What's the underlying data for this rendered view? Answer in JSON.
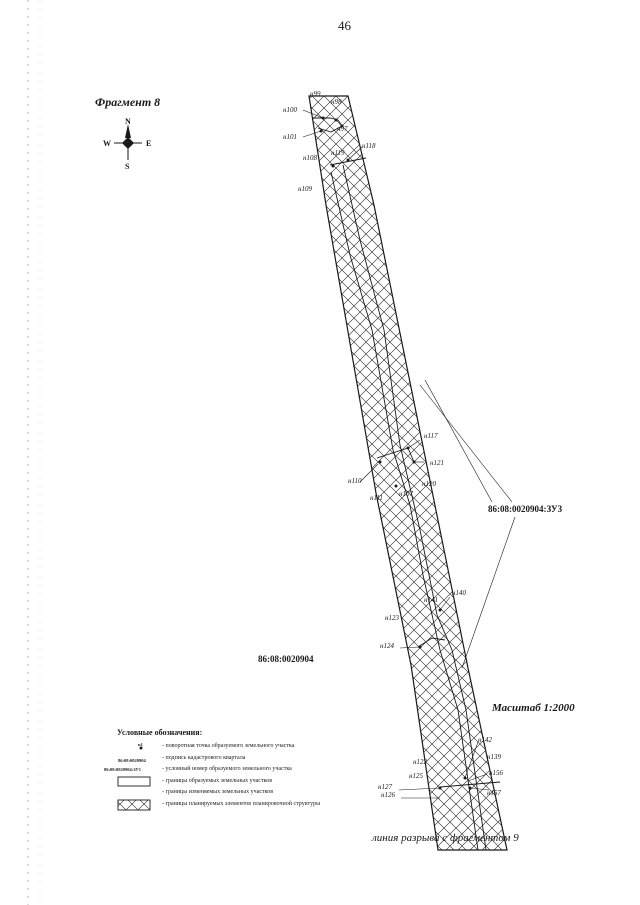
{
  "page_number": "46",
  "fragment_title": "Фрагмент 8",
  "compass": {
    "north": "N",
    "south": "S",
    "east": "E",
    "west": "W"
  },
  "scale": "Масштаб 1:2000",
  "break_line_label": "линия разрыва с фрагментом 9",
  "cadastral_quarter_label": "86:08:0020904",
  "plot_label": "86:08:0020904:ЗУ3",
  "points": [
    "н99",
    "н98",
    "н100",
    "н97",
    "н101",
    "н118",
    "н108",
    "н119",
    "н109",
    "н117",
    "н121",
    "н110",
    "н120",
    "н111",
    "н107",
    "н140",
    "н141",
    "н123",
    "н124",
    "н142",
    "н122",
    "н139",
    "н125",
    "н156",
    "н127",
    "н126",
    "н157"
  ],
  "legend": {
    "title": "Условные обозначения:",
    "samples": {
      "point": "н1",
      "quarter": "86:08:0020904",
      "plot": "86:08:0020904:ЗУ1"
    },
    "items": [
      "- поворотная точка образуемого земельного участка",
      "- подпись кадастрового квартала",
      "- условный номер образуемого земельного участка",
      "- границы образуемых земельных участков",
      "- границы изменяемых земельных участков",
      "- границы планируемых элементов планировочной структуры"
    ]
  },
  "colors": {
    "ink": "#1a1a1a",
    "paper": "#ffffff"
  }
}
